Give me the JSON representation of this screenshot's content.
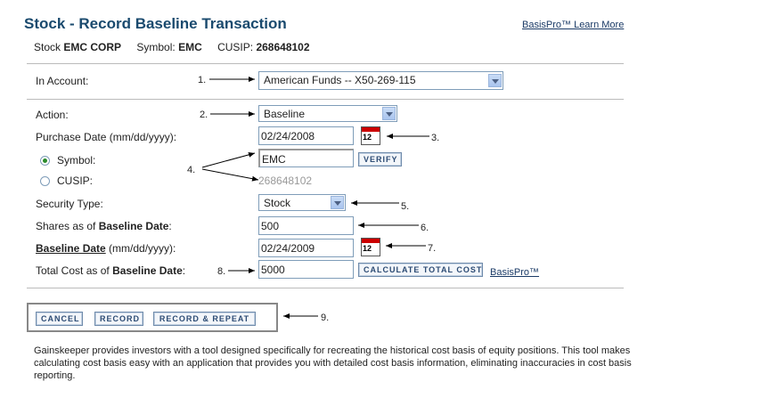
{
  "page": {
    "title": "Stock - Record Baseline Transaction",
    "learn_link": "BasisPro™ Learn More"
  },
  "stock": {
    "stock_label": "Stock",
    "stock_name": "EMC CORP",
    "symbol_label": "Symbol:",
    "symbol": "EMC",
    "cusip_label": "CUSIP:",
    "cusip": "268648102"
  },
  "form": {
    "account_label": "In Account:",
    "account_value": "American Funds -- X50-269-115",
    "action_label": "Action:",
    "action_value": "Baseline",
    "purchase_date_label": "Purchase Date (mm/dd/yyyy):",
    "purchase_date_value": "02/24/2008",
    "symbol_label": "Symbol:",
    "symbol_value": "EMC",
    "verify_button": "VERIFY",
    "cusip_label": "CUSIP:",
    "cusip_value": "268648102",
    "security_type_label": "Security Type:",
    "security_type_value": "Stock",
    "shares_label_pre": "Shares as of",
    "shares_label_bold": "Baseline Date",
    "shares_value": "500",
    "baseline_date_link": "Baseline Date",
    "baseline_date_suffix": "(mm/dd/yyyy):",
    "baseline_date_value": "02/24/2009",
    "total_cost_label_pre": "Total Cost as of",
    "total_cost_label_bold": "Baseline Date",
    "total_cost_value": "5000",
    "calc_button": "CALCULATE TOTAL COST",
    "basispro_link": "BasisPro™",
    "calendar_glyph": "12"
  },
  "buttons": {
    "cancel": "CANCEL",
    "record": "RECORD",
    "record_repeat": "RECORD & REPEAT"
  },
  "callouts": {
    "n1": "1.",
    "n2": "2.",
    "n3": "3.",
    "n4": "4.",
    "n5": "5.",
    "n6": "6.",
    "n7": "7.",
    "n8": "8.",
    "n9": "9."
  },
  "footer": "Gainskeeper provides investors with a tool designed specifically for recreating the historical cost basis of equity positions. This tool makes calculating cost basis easy with an application that provides you with detailed cost basis information, eliminating inaccuracies in cost basis reporting.",
  "colors": {
    "title": "#1a4a6e",
    "button_text": "#2c4b74",
    "radio_on": "#2a8a2a"
  },
  "icons": [
    "calendar-icon",
    "chevron-down-icon",
    "radio-selected-icon",
    "radio-unselected-icon",
    "arrow-pointer-icon"
  ]
}
